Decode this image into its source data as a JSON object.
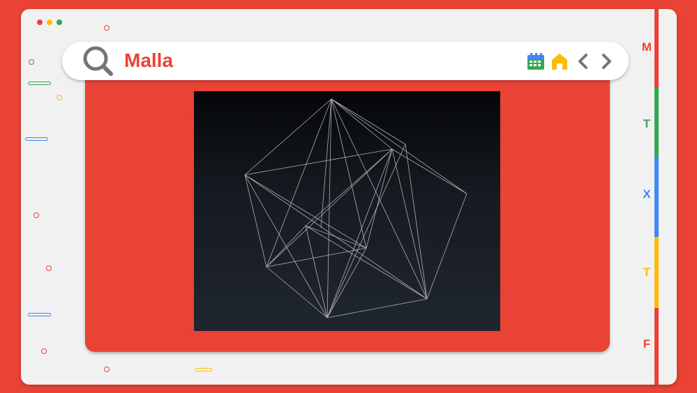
{
  "search": {
    "query": "Malla"
  },
  "side_tabs": [
    {
      "label": "M",
      "color": "#e94335"
    },
    {
      "label": "T",
      "color": "#34a853"
    },
    {
      "label": "X",
      "color": "#4285f4"
    },
    {
      "label": "T",
      "color": "#fbbc05"
    },
    {
      "label": "F",
      "color": "#e94335"
    }
  ],
  "colors": {
    "brand_red": "#e94335",
    "green": "#34a853",
    "blue": "#4285f4",
    "yellow": "#fbbc05",
    "icon_gray": "#757575"
  },
  "toolbar_icons": [
    "calendar-icon",
    "home-icon",
    "chevron-left-icon",
    "chevron-right-icon"
  ]
}
